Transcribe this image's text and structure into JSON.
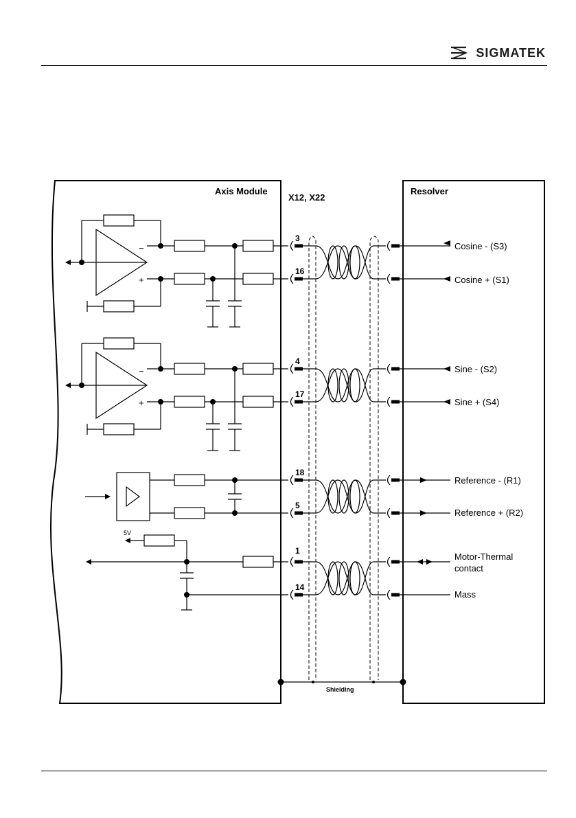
{
  "header": {
    "logo_text": "SIGMATEK"
  },
  "diagram": {
    "axis_module_label": "Axis Module",
    "connector_label": "X12, X22",
    "resolver_label": "Resolver",
    "shielding_label": "Shielding",
    "supply_label": "5V",
    "opamp_minus": "−",
    "opamp_plus": "+",
    "pins": [
      "3",
      "16",
      "4",
      "17",
      "18",
      "5",
      "1",
      "14"
    ],
    "signals": [
      "Cosine - (S3)",
      "Cosine + (S1)",
      "Sine - (S2)",
      "Sine + (S4)",
      "Reference - (R1)",
      "Reference + (R2)",
      "Motor-Thermal",
      "contact",
      "Mass"
    ]
  }
}
